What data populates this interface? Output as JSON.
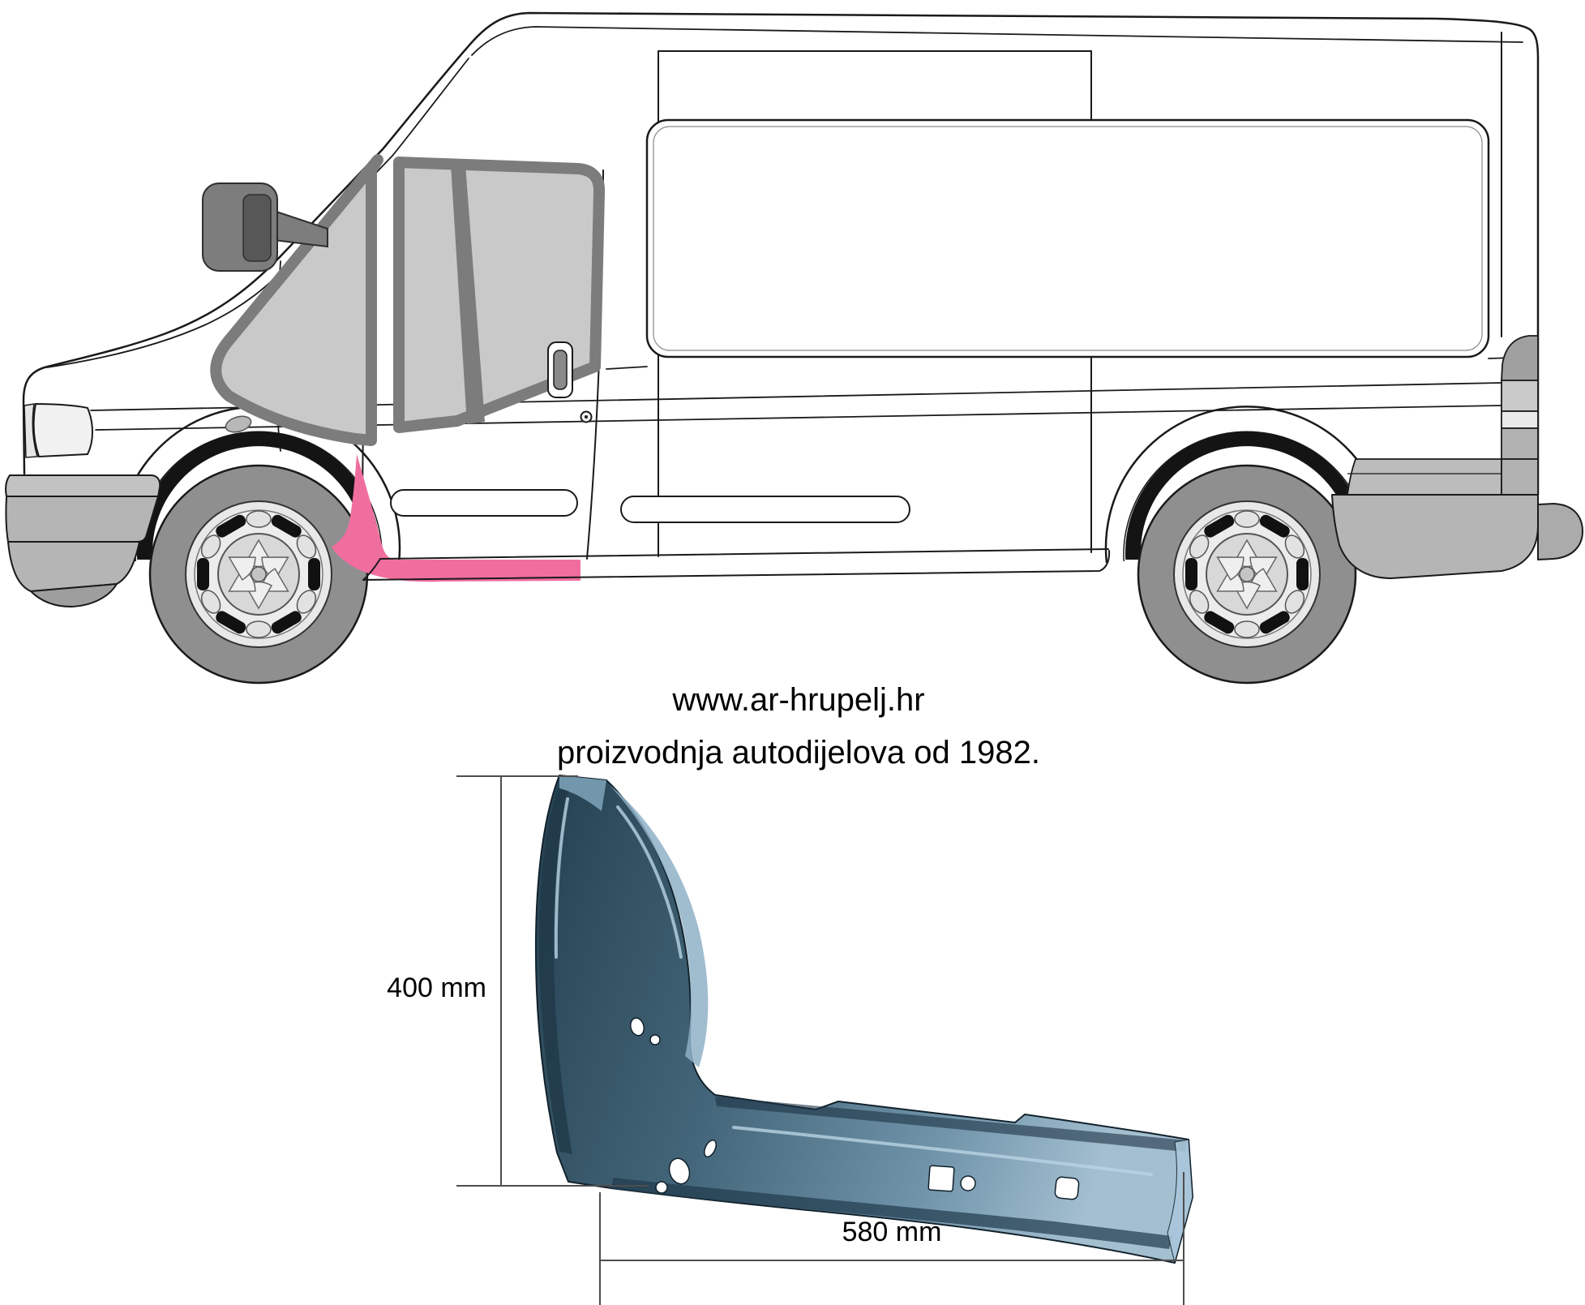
{
  "branding": {
    "website": "www.ar-hrupelj.hr",
    "tagline": "proizvodnja autodijelova od 1982."
  },
  "dimensions": {
    "height": "400 mm",
    "width": "580 mm"
  },
  "colors": {
    "highlight_pink": "#F06E9E",
    "part_steel_blue": "#4E7189",
    "outline_black": "#1A1A1A",
    "dimension_line_gray": "#4D4D4D",
    "glass_gray": "#C9C9C9",
    "bumper_gray": "#B5B5B5"
  },
  "semantics": {
    "vehicle_icon": "van-side-view-line-art",
    "highlight_icon": "front-sill-rocker-highlight",
    "part_icon": "a-pillar-sill-repair-panel"
  }
}
